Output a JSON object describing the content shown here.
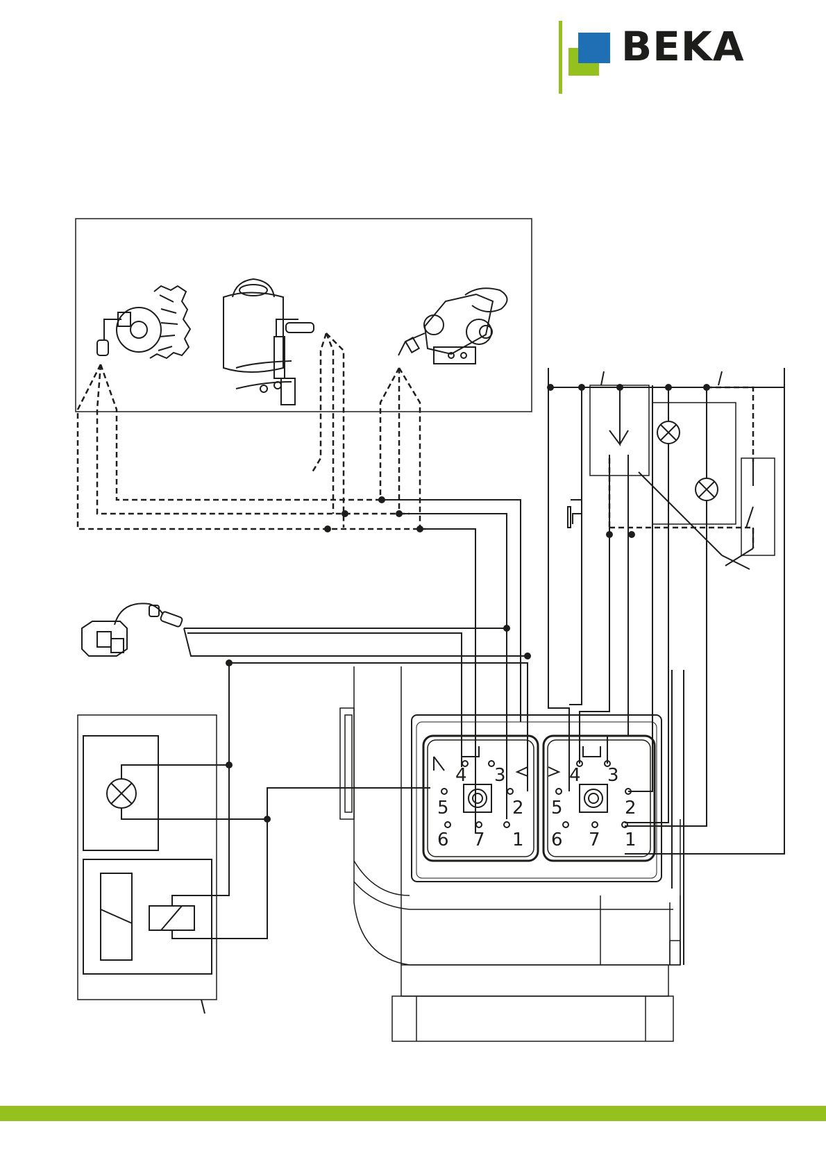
{
  "brand": {
    "name": "BEKA",
    "colors": {
      "green": "#95c11f",
      "blue": "#1f6fb5",
      "text": "#1d1d1b"
    }
  },
  "diagram": {
    "left_connector_pins": [
      "4",
      "3",
      "5",
      "2",
      "6",
      "7",
      "1"
    ],
    "right_connector_pins": [
      "4",
      "3",
      "5",
      "2",
      "6",
      "7",
      "1"
    ]
  },
  "icons": [
    "beka-logo-icon",
    "lamp-icon",
    "relay-coil-icon",
    "gear-pump-icon",
    "grease-reservoir-icon",
    "divider-block-icon",
    "pushbutton-icon"
  ]
}
